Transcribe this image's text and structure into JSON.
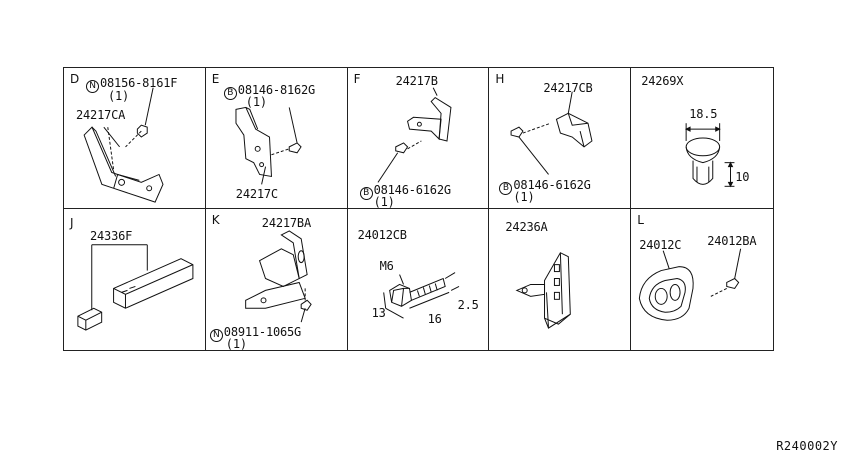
{
  "diagram_id": "R240002Y",
  "cells": [
    {
      "letter": "D",
      "lines": [
        {
          "prefix": "N",
          "text": "08156-8161F"
        },
        {
          "text": "(1)"
        },
        {
          "text": "24217CA"
        }
      ]
    },
    {
      "letter": "E",
      "lines": [
        {
          "prefix": "B",
          "text": "08146-8162G"
        },
        {
          "text": "(1)"
        },
        {
          "text": "24217C"
        }
      ]
    },
    {
      "letter": "F",
      "lines": [
        {
          "text": "24217B"
        },
        {
          "prefix": "B",
          "text": "08146-6162G"
        },
        {
          "text": "(1)"
        }
      ]
    },
    {
      "letter": "H",
      "lines": [
        {
          "text": "24217CB"
        },
        {
          "prefix": "B",
          "text": "08146-6162G"
        },
        {
          "text": "(1)"
        }
      ]
    },
    {
      "letter": "",
      "lines": [
        {
          "text": "24269X"
        },
        {
          "text": "18.5"
        },
        {
          "text": "10"
        }
      ]
    },
    {
      "letter": "J",
      "lines": [
        {
          "text": "24336F"
        }
      ]
    },
    {
      "letter": "K",
      "lines": [
        {
          "text": "24217BA"
        },
        {
          "prefix": "N",
          "text": "08911-1065G"
        },
        {
          "text": "(1)"
        }
      ]
    },
    {
      "letter": "",
      "lines": [
        {
          "text": "24012CB"
        },
        {
          "text": "M6"
        },
        {
          "text": "2.5"
        },
        {
          "text": "13"
        },
        {
          "text": "16"
        }
      ]
    },
    {
      "letter": "",
      "lines": [
        {
          "text": "24236A"
        }
      ]
    },
    {
      "letter": "L",
      "lines": [
        {
          "text": "24012C"
        },
        {
          "text": "24012BA"
        }
      ]
    }
  ]
}
